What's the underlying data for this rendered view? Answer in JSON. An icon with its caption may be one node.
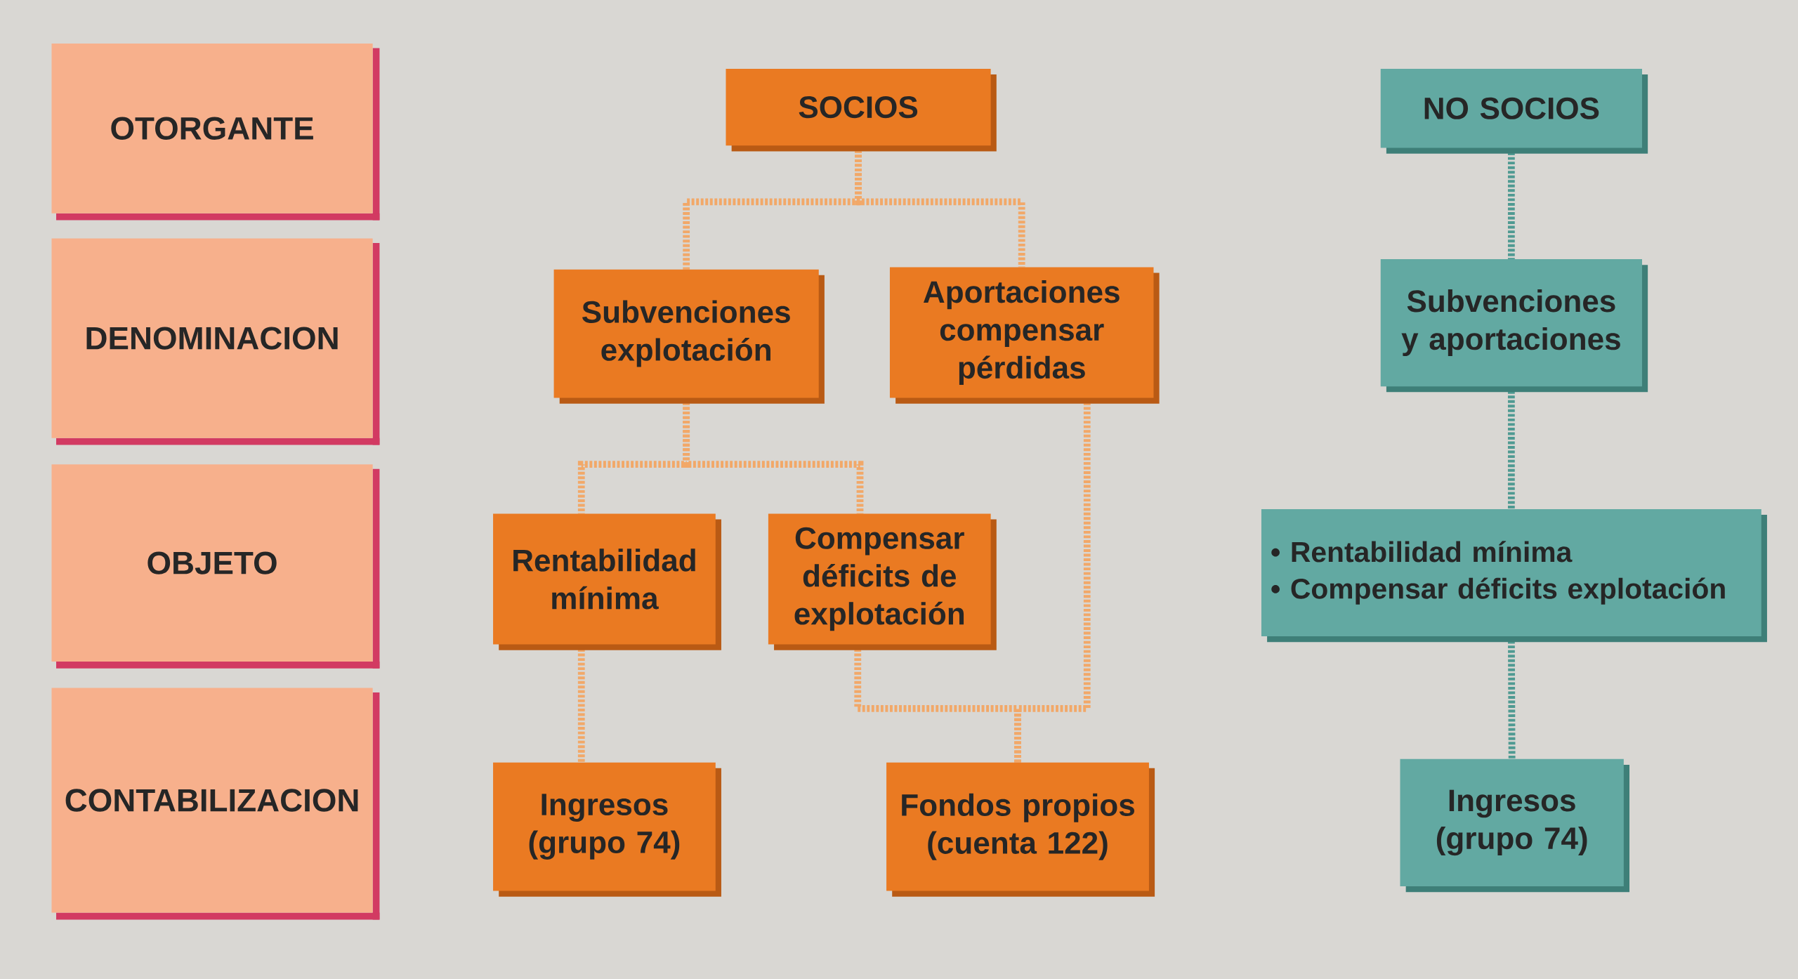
{
  "diagram": {
    "nodes": [
      {
        "text": [
          "OTORGANTE"
        ]
      },
      {
        "text": [
          "DENOMINACION"
        ]
      },
      {
        "text": [
          "OBJETO"
        ]
      },
      {
        "text": [
          "CONTABILIZACION"
        ]
      },
      {
        "text": [
          "SOCIOS"
        ]
      },
      {
        "text": [
          "Subvenciones explotación"
        ]
      },
      {
        "text": [
          "Aportaciones compensar pérdidas"
        ]
      },
      {
        "text": [
          "Rentabilidad mínima"
        ]
      },
      {
        "text": [
          "Compensar déficits de explotación"
        ]
      },
      {
        "text": [
          "Ingresos (grupo 74)"
        ]
      },
      {
        "text": [
          "Fondos propios (cuenta 122)"
        ]
      },
      {
        "text": [
          "NO SOCIOS"
        ]
      },
      {
        "text": [
          "Subvenciones y aportaciones"
        ]
      },
      {
        "text": [
          "• Rentabilidad mínima",
          "• Compensar déficits explotación"
        ]
      },
      {
        "text": [
          "Ingresos (grupo 74)"
        ]
      }
    ],
    "edges": [
      {
        "from": 4,
        "to": 5,
        "arrow": "none"
      },
      {
        "from": 4,
        "to": 6,
        "arrow": "none"
      },
      {
        "from": 5,
        "to": 7,
        "arrow": "none"
      },
      {
        "from": 5,
        "to": 8,
        "arrow": "none"
      },
      {
        "from": 7,
        "to": 9,
        "arrow": "none"
      },
      {
        "from": 8,
        "to": 10,
        "arrow": "none"
      },
      {
        "from": 6,
        "to": 10,
        "arrow": "none"
      },
      {
        "from": 11,
        "to": 12,
        "arrow": "none",
        "color": "#4f9a92"
      },
      {
        "from": 12,
        "to": 13,
        "arrow": "none",
        "color": "#4f9a92"
      },
      {
        "from": 13,
        "to": 14,
        "arrow": "none",
        "color": "#4f9a92"
      }
    ]
  }
}
